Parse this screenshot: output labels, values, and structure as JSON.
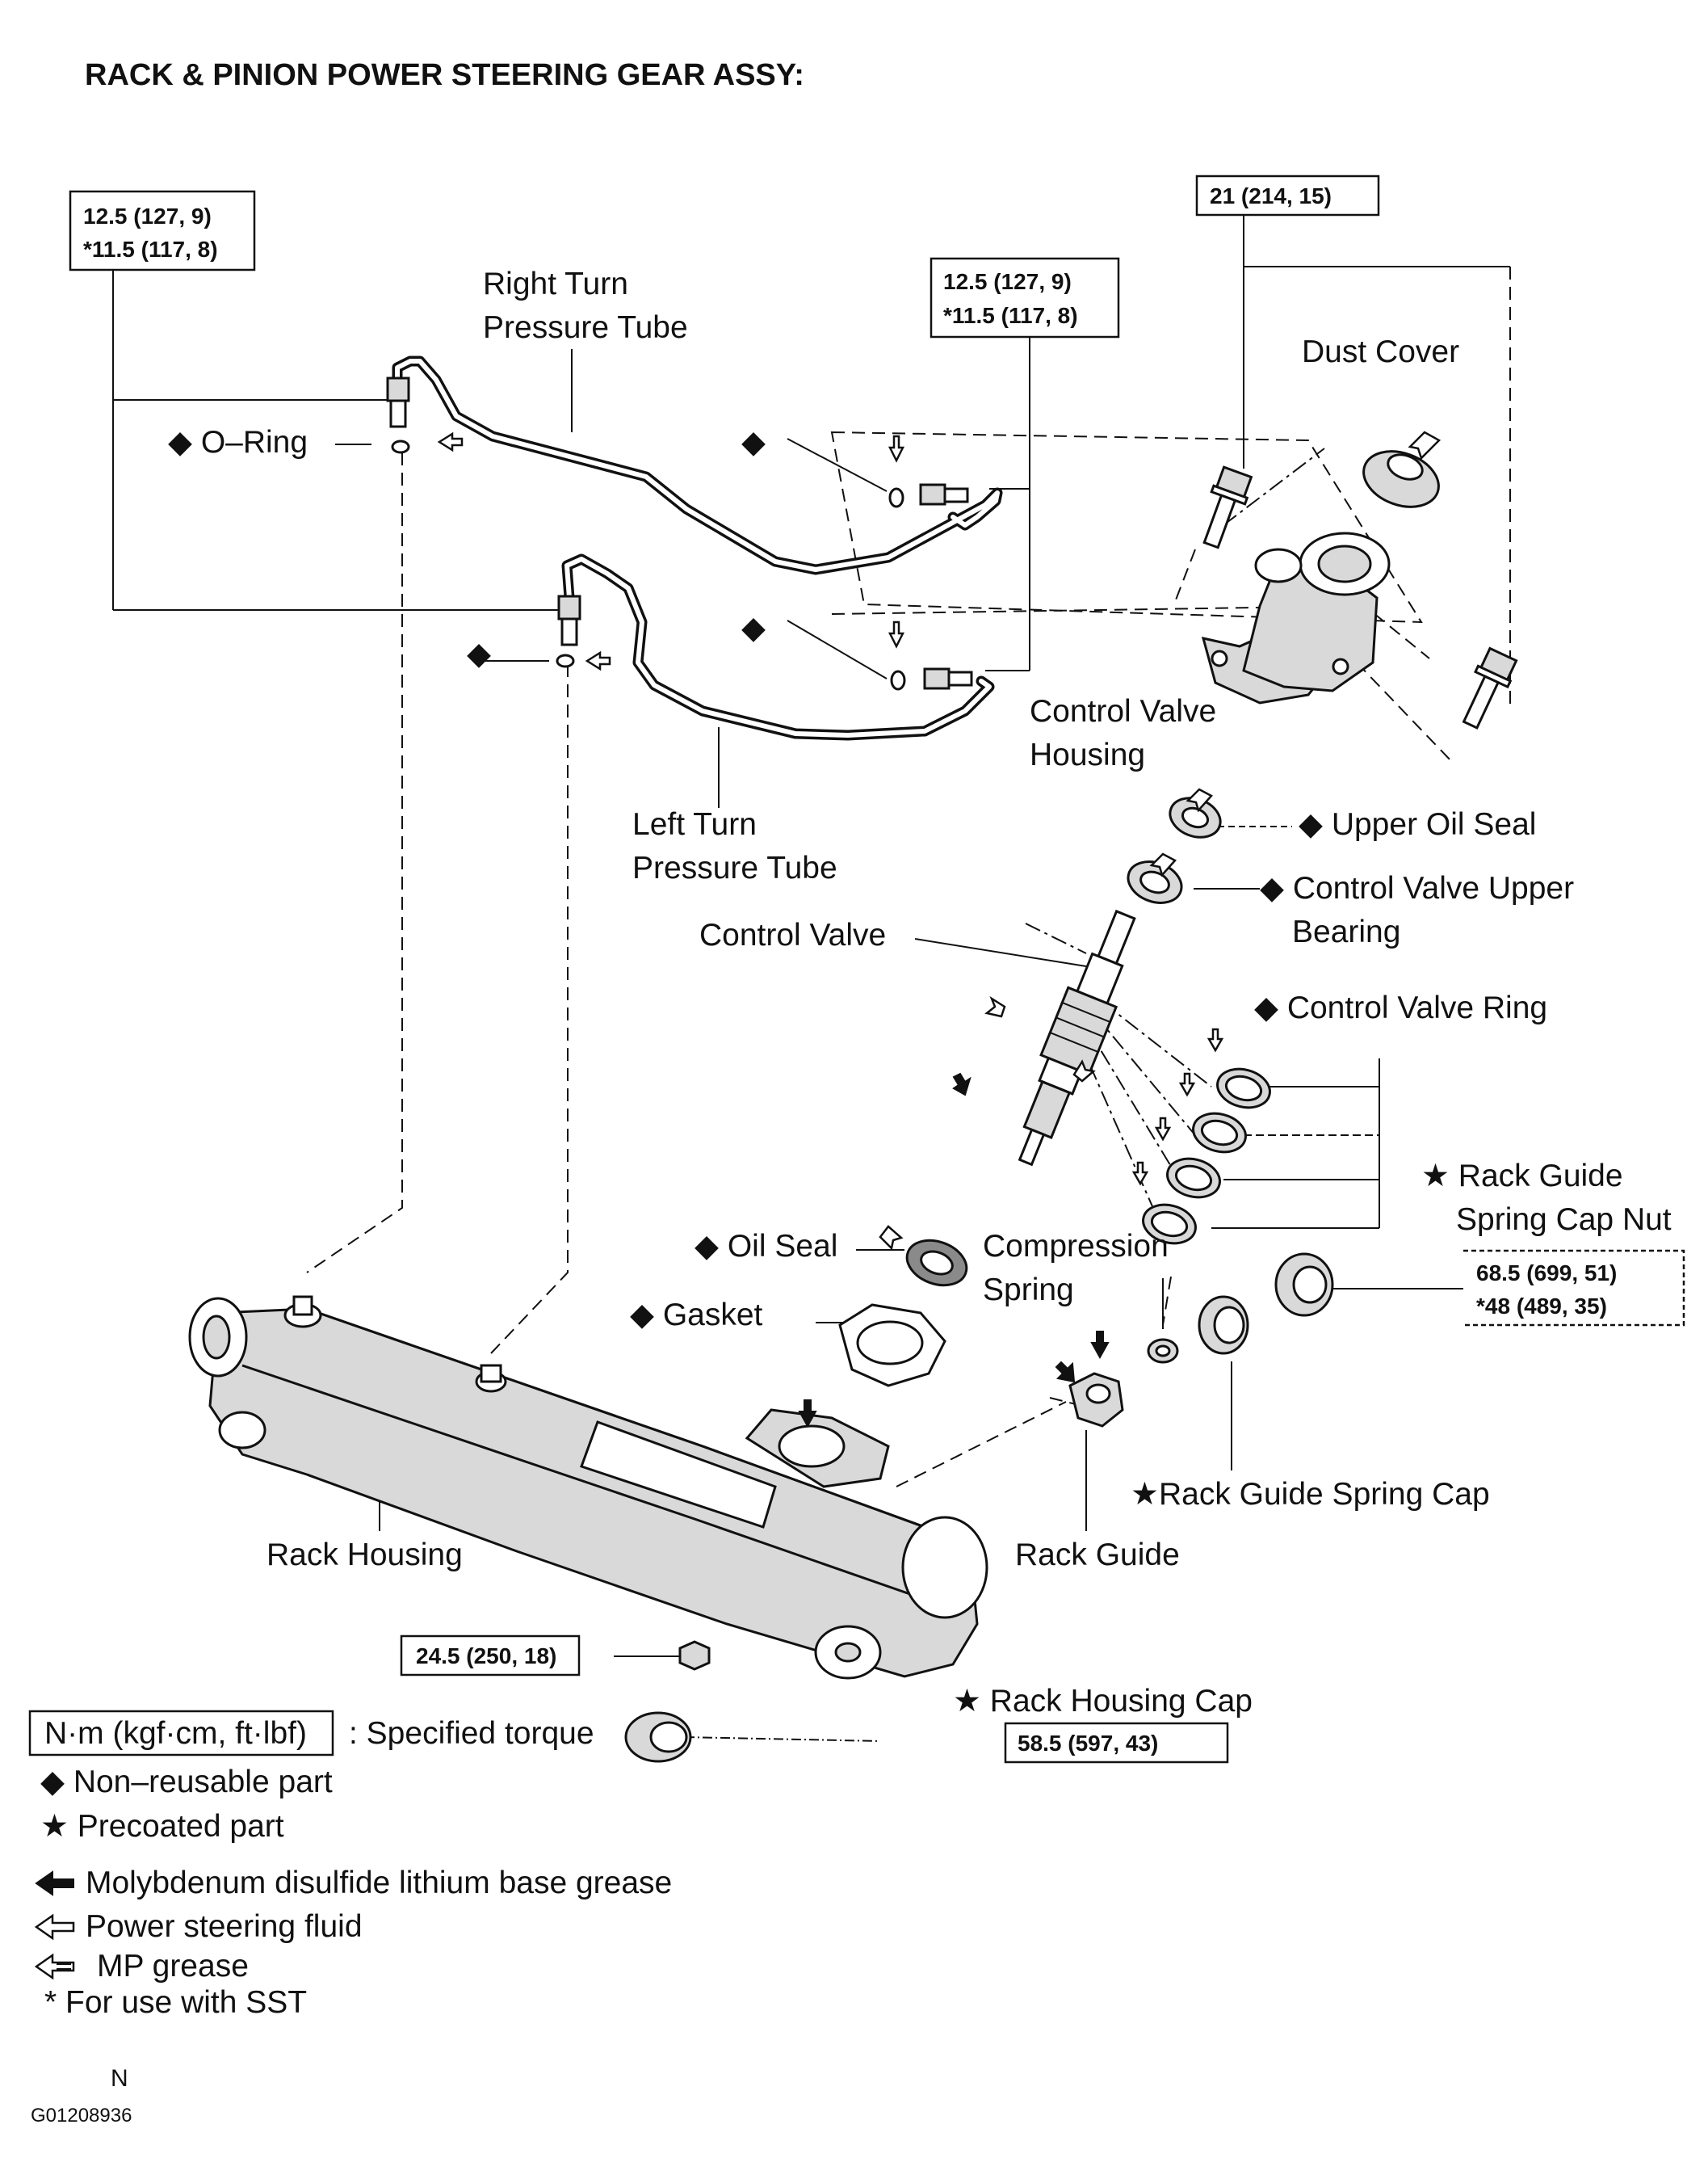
{
  "title": "RACK & PINION POWER STEERING GEAR ASSY:",
  "torques": {
    "left_tube_nut": [
      "12.5 (127, 9)",
      "*11.5 (117, 8)"
    ],
    "right_tube_nut": [
      "12.5 (127, 9)",
      "*11.5 (117, 8)"
    ],
    "valve_bolt": "21 (214, 15)",
    "spring_cap_nut": [
      "68.5 (699, 51)",
      "*48 (489, 35)"
    ],
    "small_nut": "24.5 (250, 18)",
    "housing_cap": "58.5 (597, 43)"
  },
  "labels": {
    "right_turn_tube": [
      "Right Turn",
      "Pressure Tube"
    ],
    "left_turn_tube": [
      "Left Turn",
      "Pressure Tube"
    ],
    "o_ring": "◆ O–Ring",
    "dust_cover": "Dust Cover",
    "control_valve_housing": [
      "Control Valve",
      "Housing"
    ],
    "upper_oil_seal": "◆ Upper Oil Seal",
    "control_valve_upper_bearing": [
      "◆ Control Valve Upper",
      "Bearing"
    ],
    "control_valve": "Control Valve",
    "control_valve_ring": "◆ Control Valve Ring",
    "rack_guide_spring_cap_nut": [
      "★ Rack Guide",
      "Spring Cap Nut"
    ],
    "oil_seal": "◆ Oil Seal",
    "compression_spring": [
      "Compression",
      "Spring"
    ],
    "gasket": "◆ Gasket",
    "rack_guide_spring_cap": "★Rack Guide Spring Cap",
    "rack_housing": "Rack Housing",
    "rack_guide": "Rack Guide",
    "rack_housing_cap": "★ Rack Housing Cap",
    "diamond": "◆"
  },
  "legend": {
    "torque_unit": "N·m (kgf·cm, ft·lbf)",
    "torque_desc": ": Specified torque",
    "non_reusable": "◆ Non–reusable part",
    "precoated": "★ Precoated part",
    "moly_grease": "Molybdenum disulfide lithium base grease",
    "ps_fluid": "Power steering fluid",
    "mp_grease": "MP grease",
    "sst_note": "* For use with SST"
  },
  "footer": {
    "letter": "N",
    "code": "G01208936"
  }
}
